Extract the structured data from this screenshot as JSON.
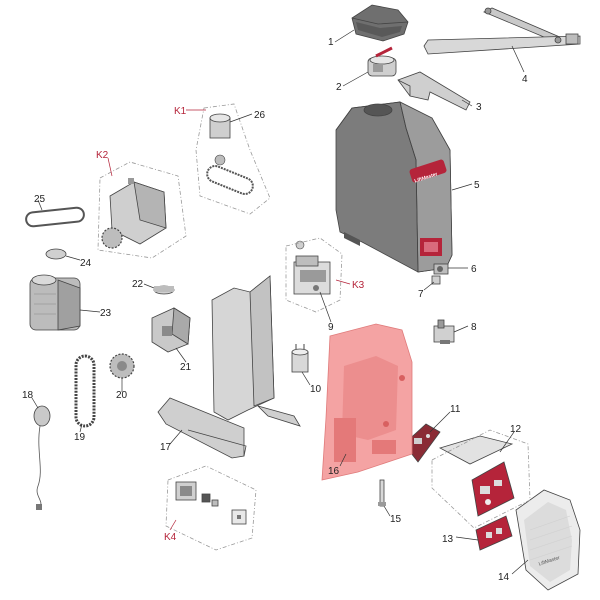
{
  "part_numbers": [
    "1",
    "2",
    "3",
    "4",
    "5",
    "6",
    "7",
    "8",
    "9",
    "10",
    "11",
    "12",
    "13",
    "14",
    "15",
    "16",
    "17",
    "18",
    "19",
    "20",
    "21",
    "22",
    "23",
    "24",
    "25",
    "26"
  ],
  "kit_labels": [
    "K1",
    "K2",
    "K3",
    "K4"
  ],
  "brand_label": "LiftMaster",
  "highlighted_part": "16",
  "colors": {
    "accent": "#b5243a",
    "highlight": "#f4a3a3",
    "part_gray": "#8a8a8a"
  }
}
